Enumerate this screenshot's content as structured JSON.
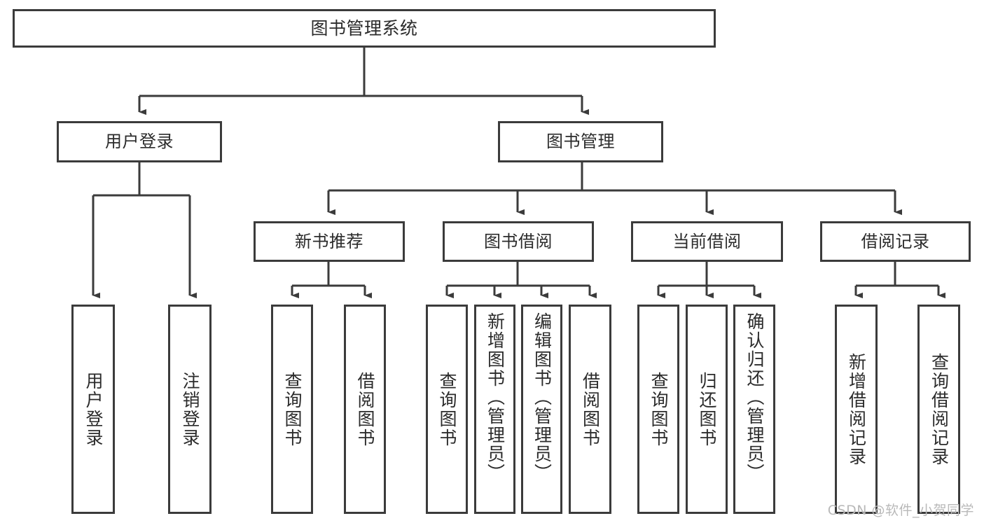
{
  "diagram": {
    "type": "tree-hierarchy",
    "title": "图书管理系统",
    "watermark": "CSDN @软件_小贺同学",
    "colors": {
      "box_border": "#3b3b3b",
      "box_fill": "#ffffff",
      "edge": "#3b3b3b",
      "text": "#2b2b2b",
      "watermark": "#b9b9b9",
      "background": "#ffffff"
    },
    "levels": [
      {
        "level": 1,
        "nodes": [
          {
            "id": "root",
            "label": "图书管理系统",
            "orientation": "horizontal"
          }
        ]
      },
      {
        "level": 2,
        "nodes": [
          {
            "id": "user-login",
            "label": "用户登录",
            "orientation": "horizontal",
            "parent": "root"
          },
          {
            "id": "book-manage",
            "label": "图书管理",
            "orientation": "horizontal",
            "parent": "root"
          }
        ]
      },
      {
        "level": 3,
        "nodes": [
          {
            "id": "new-book-recommend",
            "label": "新书推荐",
            "orientation": "horizontal",
            "parent": "book-manage"
          },
          {
            "id": "book-borrow",
            "label": "图书借阅",
            "orientation": "horizontal",
            "parent": "book-manage"
          },
          {
            "id": "current-borrow",
            "label": "当前借阅",
            "orientation": "horizontal",
            "parent": "book-manage"
          },
          {
            "id": "borrow-record",
            "label": "借阅记录",
            "orientation": "horizontal",
            "parent": "book-manage"
          }
        ]
      },
      {
        "level": 4,
        "nodes": [
          {
            "id": "leaf-user-login",
            "label": "用户登录",
            "orientation": "vertical",
            "parent": "user-login"
          },
          {
            "id": "leaf-user-logout",
            "label": "注销登录",
            "orientation": "vertical",
            "parent": "user-login"
          },
          {
            "id": "leaf-query-book-1",
            "label": "查询图书",
            "orientation": "vertical",
            "parent": "new-book-recommend"
          },
          {
            "id": "leaf-borrow-book-1",
            "label": "借阅图书",
            "orientation": "vertical",
            "parent": "new-book-recommend"
          },
          {
            "id": "leaf-query-book-2",
            "label": "查询图书",
            "orientation": "vertical",
            "parent": "book-borrow"
          },
          {
            "id": "leaf-add-book",
            "label": "新增图书（管理员）",
            "orientation": "vertical",
            "parent": "book-borrow"
          },
          {
            "id": "leaf-edit-book",
            "label": "编辑图书（管理员）",
            "orientation": "vertical",
            "parent": "book-borrow"
          },
          {
            "id": "leaf-borrow-book-2",
            "label": "借阅图书",
            "orientation": "vertical",
            "parent": "book-borrow"
          },
          {
            "id": "leaf-query-book-3",
            "label": "查询图书",
            "orientation": "vertical",
            "parent": "current-borrow"
          },
          {
            "id": "leaf-return-book",
            "label": "归还图书",
            "orientation": "vertical",
            "parent": "current-borrow"
          },
          {
            "id": "leaf-confirm-return",
            "label": "确认归还（管理员）",
            "orientation": "vertical",
            "parent": "current-borrow"
          },
          {
            "id": "leaf-add-record",
            "label": "新增借阅记录",
            "orientation": "vertical",
            "parent": "borrow-record"
          },
          {
            "id": "leaf-query-record",
            "label": "查询借阅记录",
            "orientation": "vertical",
            "parent": "borrow-record"
          }
        ]
      }
    ]
  }
}
